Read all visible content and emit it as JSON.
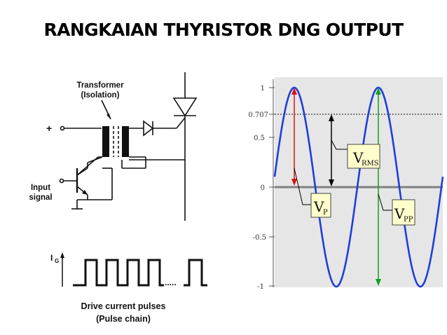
{
  "slide": {
    "title": "RANGKAIAN THYRISTOR DNG OUTPUT"
  },
  "circuit": {
    "transformer_label_1": "Transformer",
    "transformer_label_2": "(Isolation)",
    "plus_sign": "+",
    "input_label_1": "Input",
    "input_label_2": "signal"
  },
  "pulse": {
    "y_label": "I",
    "y_label_sub": "G",
    "dots": ".....",
    "caption_1": "Drive current pulses",
    "caption_2": "(Pulse chain)"
  },
  "waveform": {
    "ticks": [
      "1",
      "0.707",
      "0.5",
      "0",
      "-0.5",
      "-1"
    ],
    "callouts": {
      "vrms_main": "V",
      "vrms_sub": "RMS",
      "vp_main": "V",
      "vp_sub": "P",
      "vpp_main": "V",
      "vpp_sub": "PP"
    },
    "colors": {
      "background": "#e6e6e6",
      "sine": "#1f3fd8",
      "vp_arrow": "#e01010",
      "vpp_arrow": "#10a020",
      "vrms_arrow": "#000000",
      "callout_fill": "#ffffcc"
    }
  }
}
